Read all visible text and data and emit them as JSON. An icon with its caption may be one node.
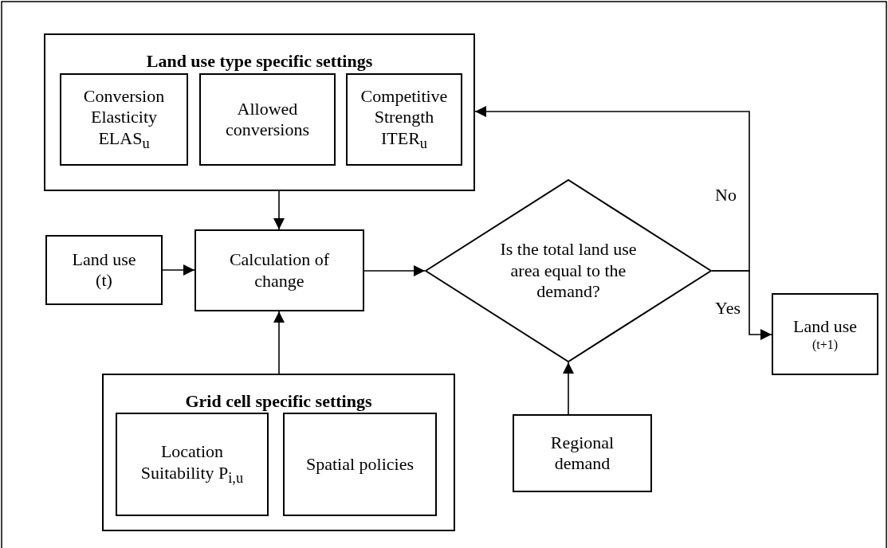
{
  "diagram": {
    "nodes": [
      {
        "text": [
          "Land use type specific settings"
        ]
      },
      {
        "text": [
          "Conversion Elasticity ELAS$_{u}$"
        ],
        "in": 0
      },
      {
        "text": [
          "Allowed conversions"
        ],
        "in": 0
      },
      {
        "text": [
          "Competitive Strength ITER$_{u}$"
        ],
        "in": 0
      },
      {
        "text": [
          "Land use",
          "(t)"
        ]
      },
      {
        "text": [
          "Calculation of change"
        ]
      },
      {
        "text": [
          "Is the total land use area equal to the demand?"
        ]
      },
      {
        "text": [
          "Land use",
          "(t+1)"
        ]
      },
      {
        "text": [
          "Grid cell specific settings"
        ]
      },
      {
        "text": [
          "Location Suitability P$_{i,u}$"
        ],
        "in": 8
      },
      {
        "text": [
          "Spatial policies"
        ],
        "in": 8
      },
      {
        "text": [
          "Regional demand"
        ]
      }
    ],
    "edges": [
      {
        "from": 0,
        "to": 5,
        "arrow": "to"
      },
      {
        "from": 4,
        "to": 5,
        "arrow": "to"
      },
      {
        "from": 8,
        "to": 5,
        "arrow": "to"
      },
      {
        "from": 5,
        "to": 6,
        "arrow": "to"
      },
      {
        "from": 11,
        "to": 6,
        "arrow": "to"
      },
      {
        "from": 6,
        "to": 0,
        "arrow": "to",
        "label": "No"
      },
      {
        "from": 6,
        "to": 7,
        "arrow": "to",
        "label": "Yes"
      }
    ]
  }
}
